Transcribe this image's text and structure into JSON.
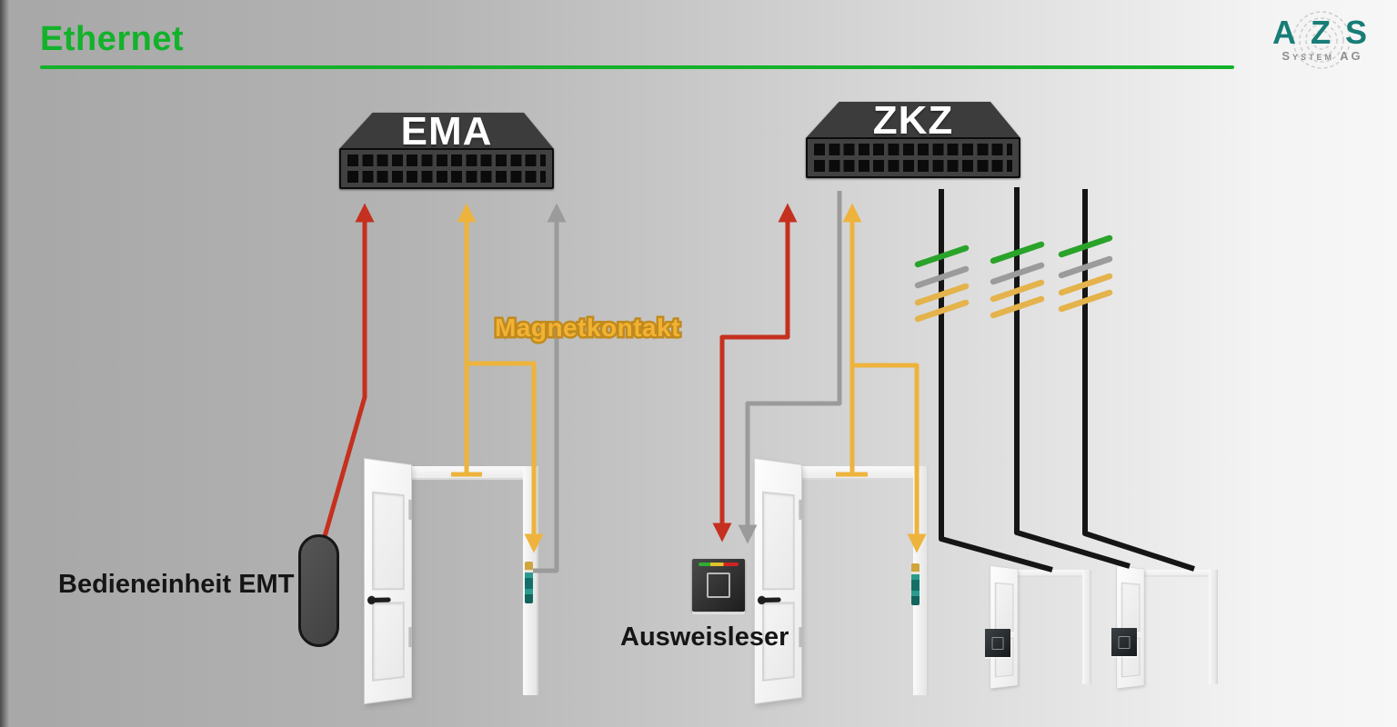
{
  "title": "Ethernet",
  "logo": {
    "brand": "AZS",
    "subtitle": "System AG"
  },
  "switches": {
    "ema": {
      "label": "EMA"
    },
    "zkz": {
      "label": "ZKZ"
    }
  },
  "labels": {
    "magnetkontakt": "Magnetkontakt",
    "bedieneinheit_emt": "Bedieneinheit EMT",
    "ausweisleser": "Ausweisleser"
  },
  "colors": {
    "accent_green": "#12b22a",
    "wire_red": "#c5301f",
    "wire_yellow": "#eeb33c",
    "wire_gray": "#9b9b9b",
    "wire_black": "#151515",
    "trunk_marker_colors": [
      "#2aa32a",
      "#9b9b9b",
      "#e4b34c",
      "#e4b34c"
    ],
    "logo_teal": "#187d77",
    "magnetkontakt_fill": "#f2b233",
    "magnetkontakt_outline": "#c08a1e"
  }
}
